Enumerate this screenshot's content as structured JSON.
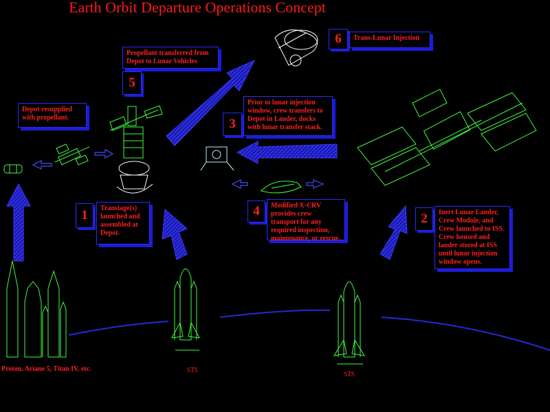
{
  "title": "Earth Orbit Departure Operations Concept",
  "steps": [
    {
      "number": "1",
      "text": "Transtage(s) launched and assembled at Depot."
    },
    {
      "number": "2",
      "text": "Inert Lunar Lander, Crew Module, and Crew launched to ISS. Crew housed and lander stored at ISS until lunar injection window opens."
    },
    {
      "number": "3",
      "text": "Prior to lunar injection window, crew transfers to Depot in Lander, docks with lunar transfer stack."
    },
    {
      "number": "4",
      "text": "Modified X-CRV provides crew transport for any required inspection, maintenance, or rescue."
    },
    {
      "number": "5",
      "text": "Propellant transferred from Depot to Lunar Vehicles"
    },
    {
      "number": "6",
      "text": "Trans-Lunar Injection"
    }
  ],
  "depot_note": "Depot resupplied with propellant.",
  "captions": {
    "elv": "Proton, Ariane 5, Titan IV, etc.",
    "sts_left": "STS",
    "sts_right": "STS"
  },
  "colors": {
    "text": "#ff2020",
    "box": "#2a2aff",
    "arrow": "#2f2fdc",
    "hardware": "#40ff40",
    "earth": "#2828d8",
    "lander": "#bfefff"
  }
}
